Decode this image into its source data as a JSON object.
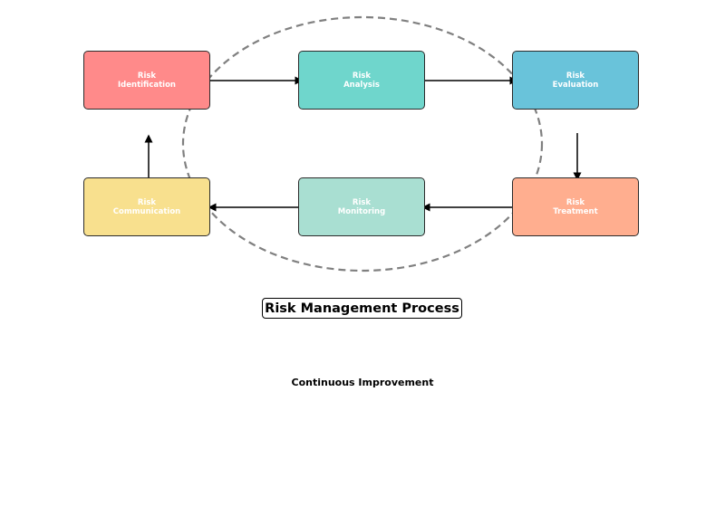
{
  "diagram": {
    "title": "Risk Management Process",
    "caption": "Continuous Improvement",
    "stages": [
      {
        "id": "identification",
        "line1": "Risk",
        "line2": "Identification",
        "color": "#ff8a8a"
      },
      {
        "id": "analysis",
        "line1": "Risk",
        "line2": "Analysis",
        "color": "#6fd6cc"
      },
      {
        "id": "evaluation",
        "line1": "Risk",
        "line2": "Evaluation",
        "color": "#69c3da"
      },
      {
        "id": "communication",
        "line1": "Risk",
        "line2": "Communication",
        "color": "#f8e08e"
      },
      {
        "id": "monitoring",
        "line1": "Risk",
        "line2": "Monitoring",
        "color": "#a9dfd2"
      },
      {
        "id": "treatment",
        "line1": "Risk",
        "line2": "Treatment",
        "color": "#ffae8f"
      }
    ],
    "flow": [
      {
        "from": "identification",
        "to": "analysis"
      },
      {
        "from": "analysis",
        "to": "evaluation"
      },
      {
        "from": "evaluation",
        "to": "treatment"
      },
      {
        "from": "treatment",
        "to": "monitoring"
      },
      {
        "from": "monitoring",
        "to": "communication"
      },
      {
        "from": "communication",
        "to": "identification"
      }
    ],
    "colors": {
      "cycle_ellipse": "#808080",
      "arrow": "#000000",
      "box_border": "#2b2b2b"
    }
  }
}
